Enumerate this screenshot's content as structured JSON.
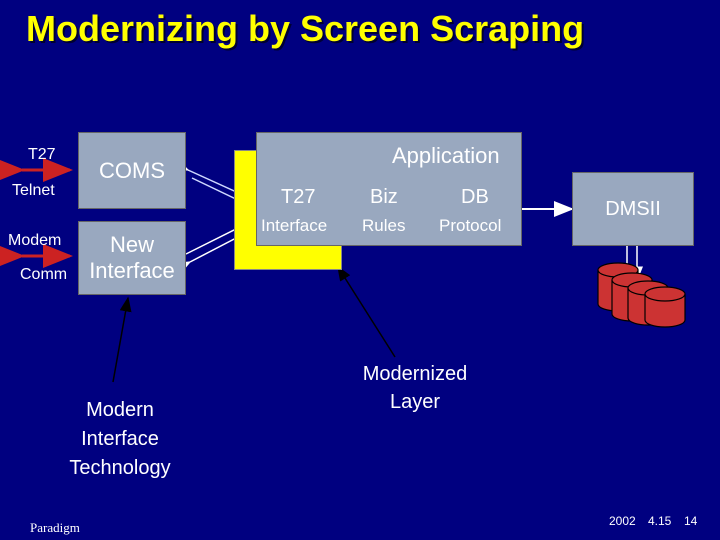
{
  "title": "Modernizing by Screen Scraping",
  "left_labels": {
    "t27": "T27",
    "telnet": "Telnet",
    "modem": "Modem",
    "comm": "Comm"
  },
  "coms_box": {
    "label": "COMS"
  },
  "new_interface_box": {
    "line1": "New",
    "line2": "Interface"
  },
  "application": {
    "title": "Application",
    "columns": [
      {
        "top": "T27",
        "bottom": "Interface"
      },
      {
        "top": "Biz",
        "bottom": "Rules"
      },
      {
        "top": "DB",
        "bottom": "Protocol"
      }
    ]
  },
  "dmsii_box": {
    "label": "DMSII"
  },
  "captions": {
    "modern_interface": [
      "Modern",
      "Interface",
      "Technology"
    ],
    "modernized_layer": [
      "Modernized",
      "Layer"
    ]
  },
  "footer": {
    "left": "Paradigm",
    "date": "2002",
    "date_detail": "4.15",
    "page": "14"
  },
  "colors": {
    "background": "#000080",
    "title": "#ffff00",
    "gray_box": "#99a8bf",
    "yellow_layer": "#ffff00"
  }
}
